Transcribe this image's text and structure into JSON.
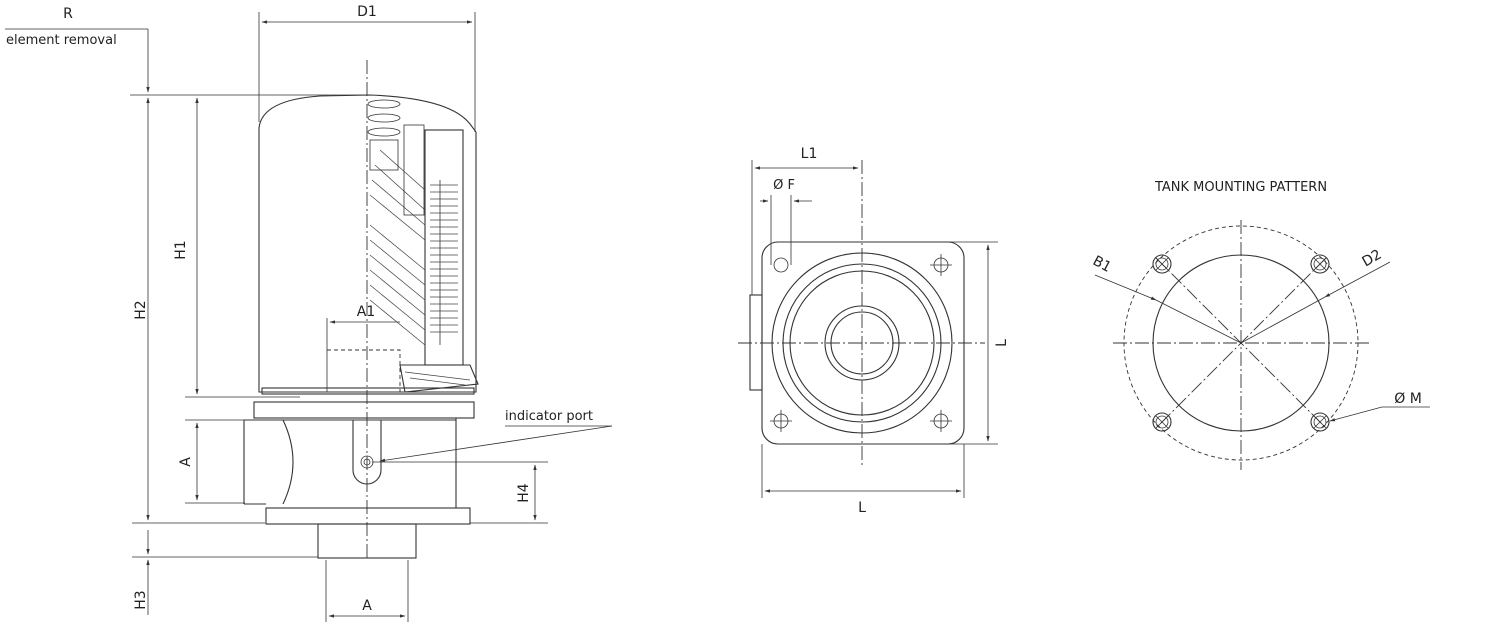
{
  "labels": {
    "R": "R",
    "element_removal": "element removal",
    "D1": "D1",
    "H1": "H1",
    "H2": "H2",
    "H3": "H3",
    "H4": "H4",
    "A1": "A1",
    "A_side": "A",
    "A_bottom": "A",
    "indicator_port": "indicator port",
    "L1": "L1",
    "F": "Ø F",
    "L_right": "L",
    "L_bottom": "L",
    "tank_title": "TANK MOUNTING PATTERN",
    "B1": "B1",
    "D2": "D2",
    "M": "Ø M"
  },
  "colors": {
    "line": "#333333",
    "text": "#222222",
    "background": "#ffffff"
  }
}
